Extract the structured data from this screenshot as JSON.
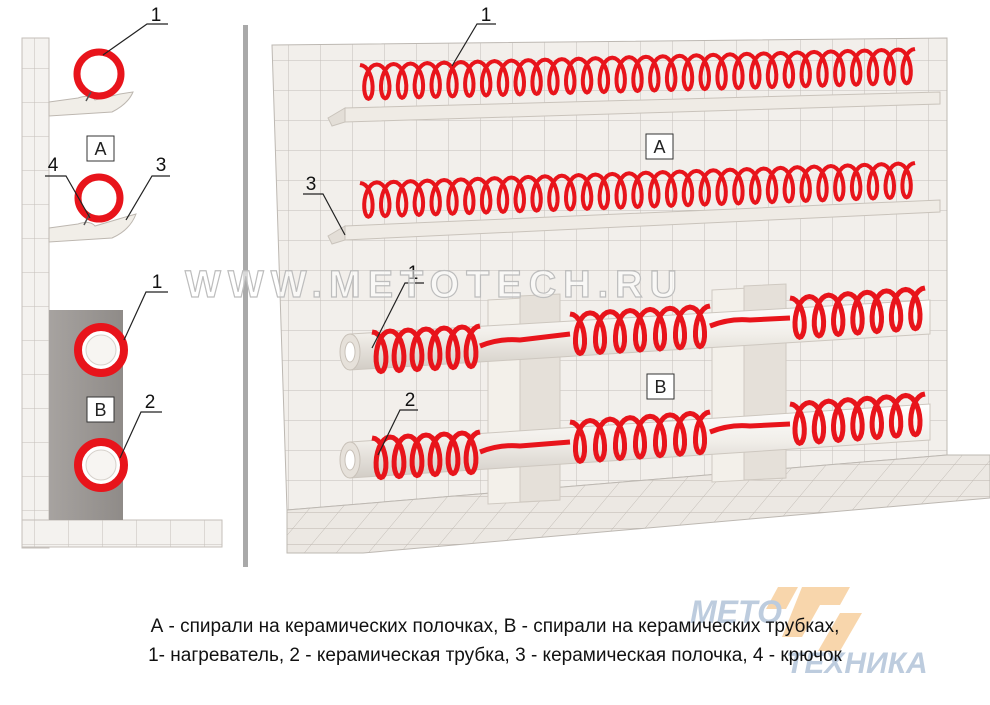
{
  "labels": {
    "left_top_1": "1",
    "left_box_a": "A",
    "left_4": "4",
    "left_3": "3",
    "left_mid_1": "1",
    "left_box_b": "B",
    "left_2": "2",
    "right_1_top": "1",
    "right_box_a": "A",
    "right_3": "3",
    "right_1_tube": "1",
    "right_box_b": "B",
    "right_2": "2"
  },
  "watermark": "WWW.METOTECH.RU",
  "caption": {
    "line1": "А - спирали на керамических полочках, В - спирали на керамических трубках,",
    "line2": "1- нагреватель, 2 - керамическая трубка, 3 - керамическая полочка, 4 - крючок"
  },
  "logo": {
    "text_top": "МЕТО",
    "text_bottom": "ТЕХНИКА"
  },
  "colors": {
    "heater": "#e8141b",
    "tile": "#f1eeea",
    "tile_line": "#bdb8b2",
    "ceramic": "#f3f1ec",
    "shadow_panel": "#9c9895",
    "logo_blue": "#6f8fb8",
    "logo_orange": "#f0a64a"
  }
}
